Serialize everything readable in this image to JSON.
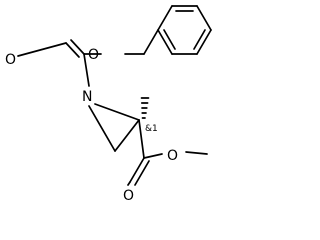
{
  "molecule": {
    "atoms": {
      "carbamate_carbonyl_o": "O",
      "ester_link_o": "O",
      "ring_n": "N",
      "methyl_ester_carbonyl_o": "O",
      "methyl_ester_link_o": "O"
    },
    "stereo_label": "&1"
  }
}
